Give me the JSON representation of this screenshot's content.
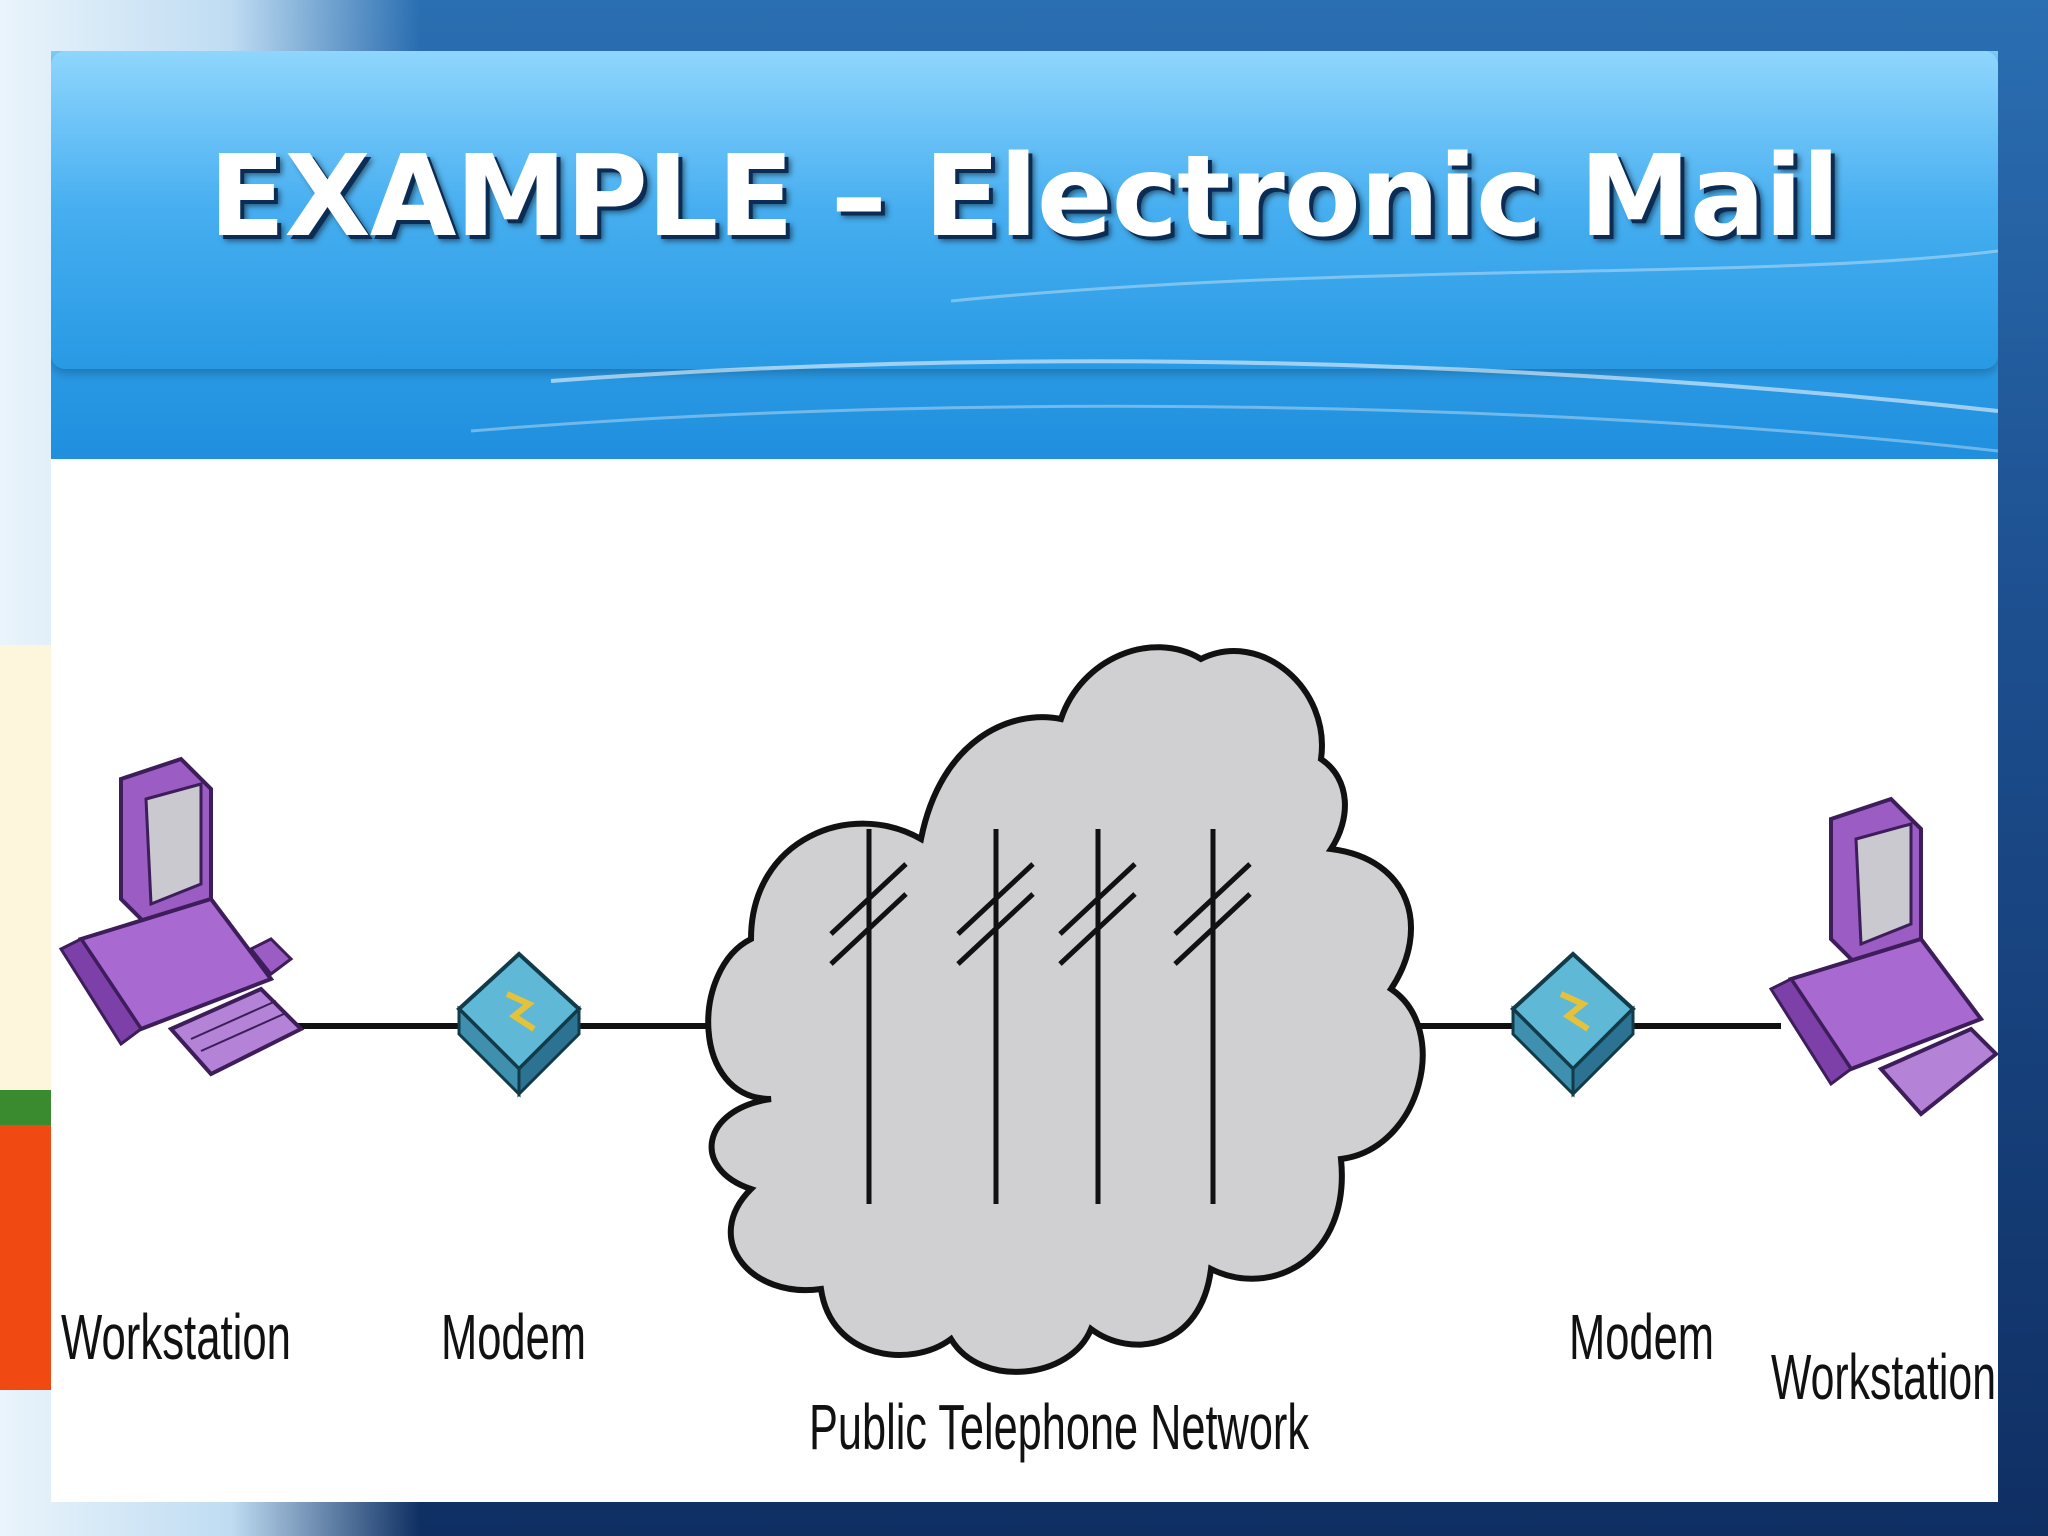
{
  "slide": {
    "title": "EXAMPLE – Electronic Mail"
  },
  "diagram": {
    "nodes": [
      {
        "label": "Workstation",
        "icon": "workstation-icon"
      },
      {
        "label": "Modem",
        "icon": "modem-icon"
      },
      {
        "label": "Public Telephone Network",
        "icon": "cloud-icon"
      },
      {
        "label": "Modem",
        "icon": "modem-icon"
      },
      {
        "label": "Workstation",
        "icon": "workstation-icon"
      }
    ],
    "colors": {
      "workstation": "#9b5cc4",
      "modem": "#5fb9d6",
      "cloud": "#d0d0d3"
    }
  }
}
